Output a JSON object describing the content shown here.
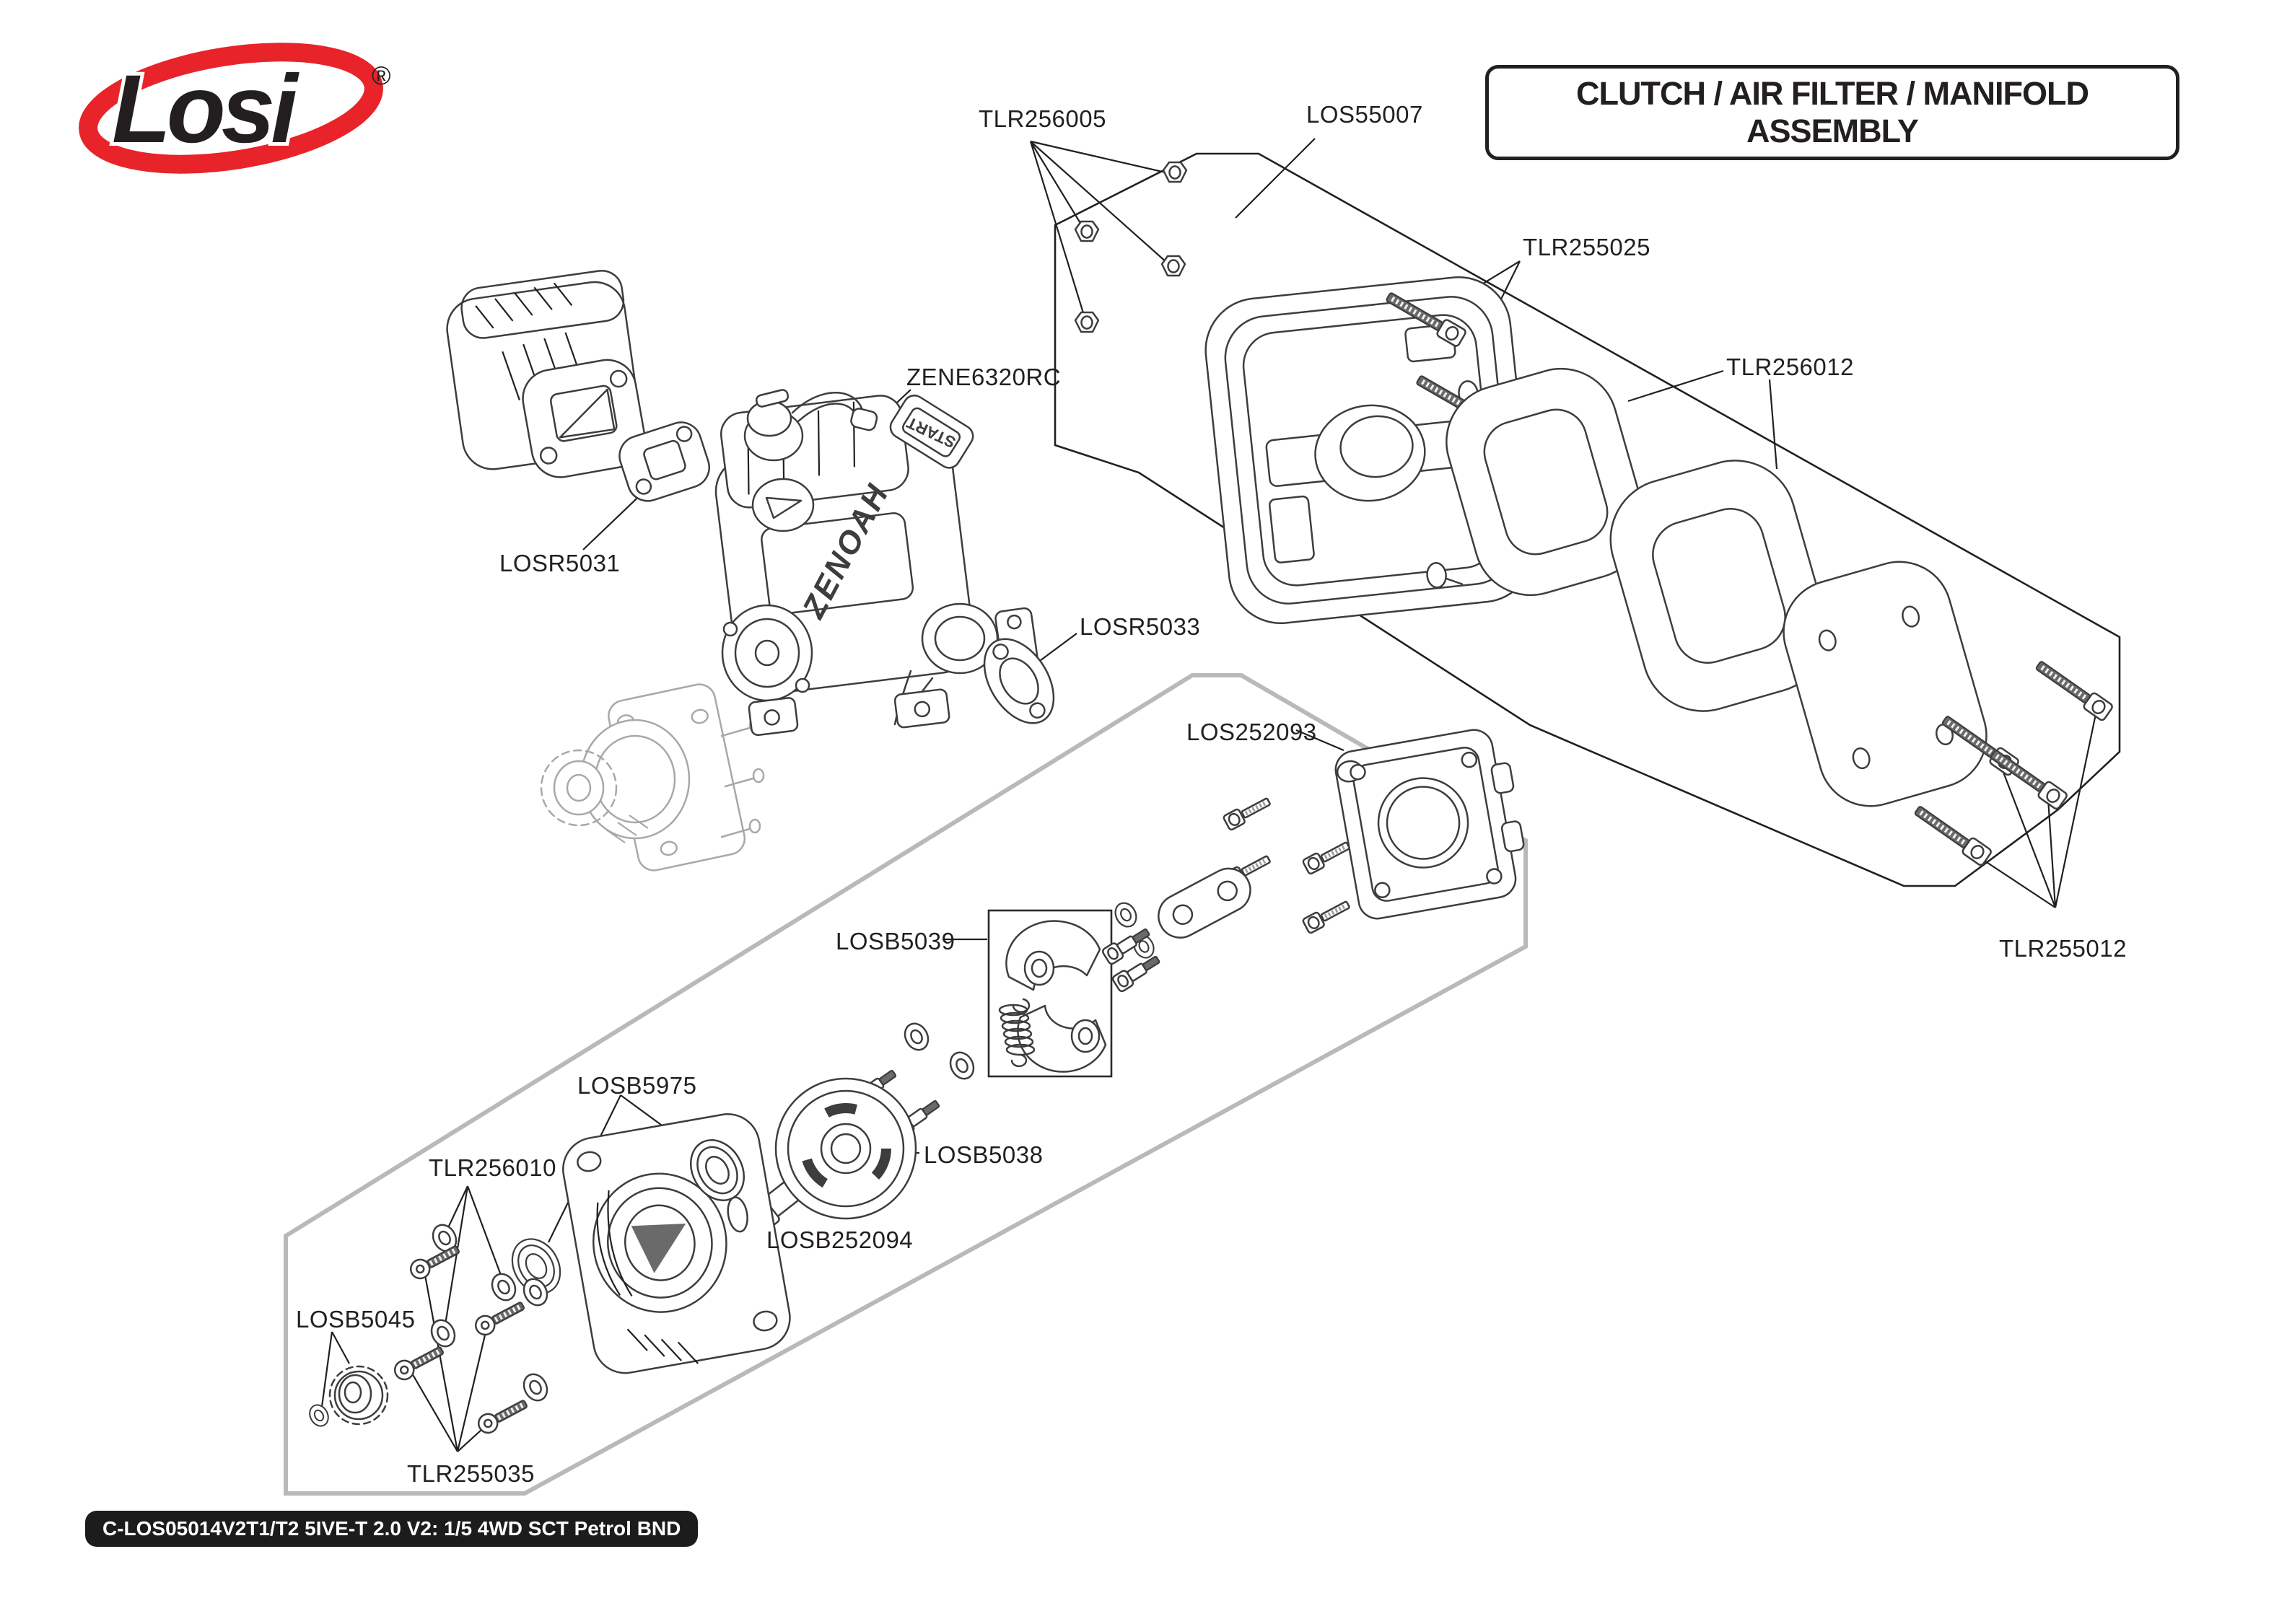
{
  "page": {
    "title": "CLUTCH / AIR FILTER / MANIFOLD ASSEMBLY",
    "footer_code": "C-LOS05014V2T1/T2 5IVE-T 2.0 V2: 1/5 4WD SCT Petrol BND"
  },
  "brand": {
    "name": "Losi",
    "registered_mark": "®"
  },
  "engine_markings": {
    "brand_text": "ZENOAH",
    "start_text": "START"
  },
  "colors": {
    "losi_red": "#e8232a",
    "line_art": "#3d3d3d",
    "label_text": "#231f20",
    "group_boundary_gray": "#b9b9b9",
    "footer_bg": "#1c1c1c"
  },
  "labels": {
    "tlr256005": "TLR256005",
    "los55007": "LOS55007",
    "tlr255025": "TLR255025",
    "tlr256012": "TLR256012",
    "tlr255012": "TLR255012",
    "zene6320rc": "ZENE6320RC",
    "losr5031": "LOSR5031",
    "losr5033": "LOSR5033",
    "los252093": "LOS252093",
    "losb5039": "LOSB5039",
    "losb5038": "LOSB5038",
    "losb5975": "LOSB5975",
    "tlr256010": "TLR256010",
    "losb252094": "LOSB252094",
    "losb5045": "LOSB5045",
    "tlr255035": "TLR255035"
  }
}
